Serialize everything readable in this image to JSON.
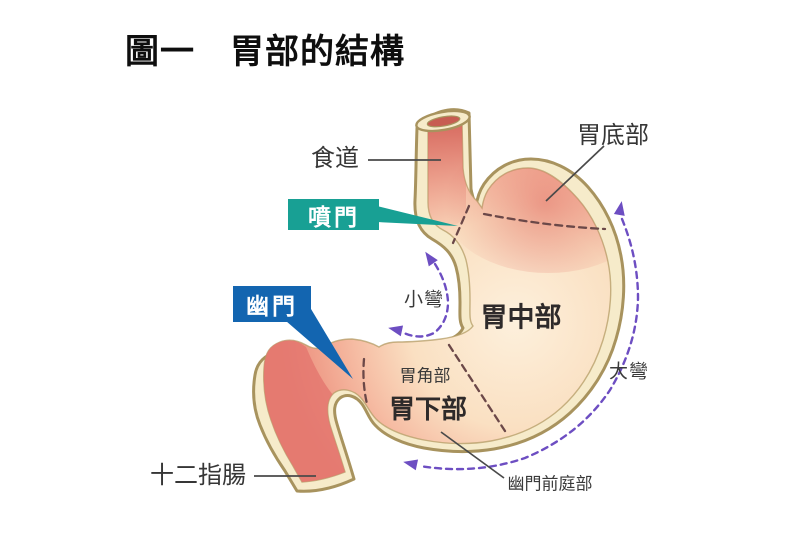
{
  "title": "圖一　胃部的結構",
  "diagram": {
    "labels": {
      "esophagus": "食道",
      "fundus": "胃底部",
      "cardia": "噴門",
      "pylorus": "幽門",
      "lesser_curvature": "小彎",
      "body_middle": "胃中部",
      "angular_region": "胃角部",
      "body_lower": "胃下部",
      "greater_curvature": "大彎",
      "duodenum": "十二指腸",
      "pyloric_antrum": "幽門前庭部"
    },
    "colors": {
      "cardia_callout": "#18a094",
      "pylorus_callout": "#1365b0",
      "curvature_arrow": "#6d4ec2",
      "boundary_dash": "#6b4848",
      "wall_fill": "#f6ebca",
      "wall_outline": "#a8935e",
      "interior_center": "#fdf0dc",
      "interior_edge": "#ea8a7b",
      "leader_line": "#4a4a4a"
    }
  }
}
